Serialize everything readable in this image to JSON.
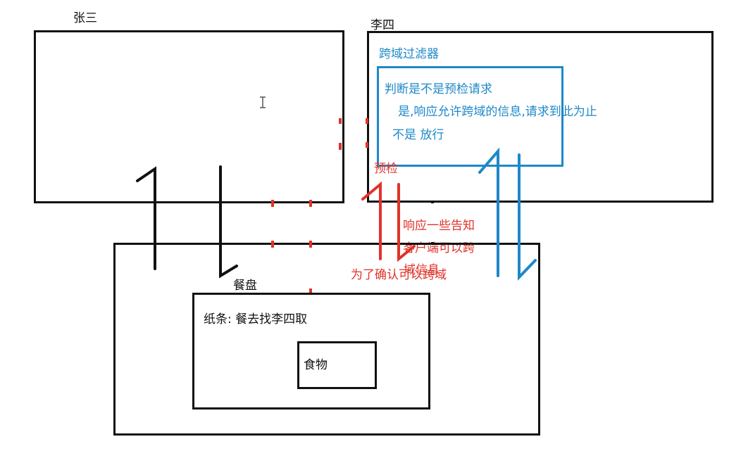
{
  "zhangsan": {
    "label": "张三"
  },
  "lisi": {
    "label": "李四"
  },
  "filter": {
    "title": "跨域过滤器",
    "line1": "判断是不是预检请求",
    "line2": "是,响应允许跨域的信息,请求到此为止",
    "line3": "不是 放行"
  },
  "preflight": {
    "label": "预检"
  },
  "response": {
    "line1": "响应一些告知",
    "line2": "客户端可以跨",
    "line3": "域信息"
  },
  "purpose": {
    "label": "为了确认可以跨域"
  },
  "tray": {
    "label": "餐盘"
  },
  "note": {
    "label": "纸条: 餐去找李四取"
  },
  "food": {
    "label": "食物"
  },
  "colors": {
    "blue": "#1e88c8",
    "red": "#e0322a",
    "black": "#111111"
  }
}
